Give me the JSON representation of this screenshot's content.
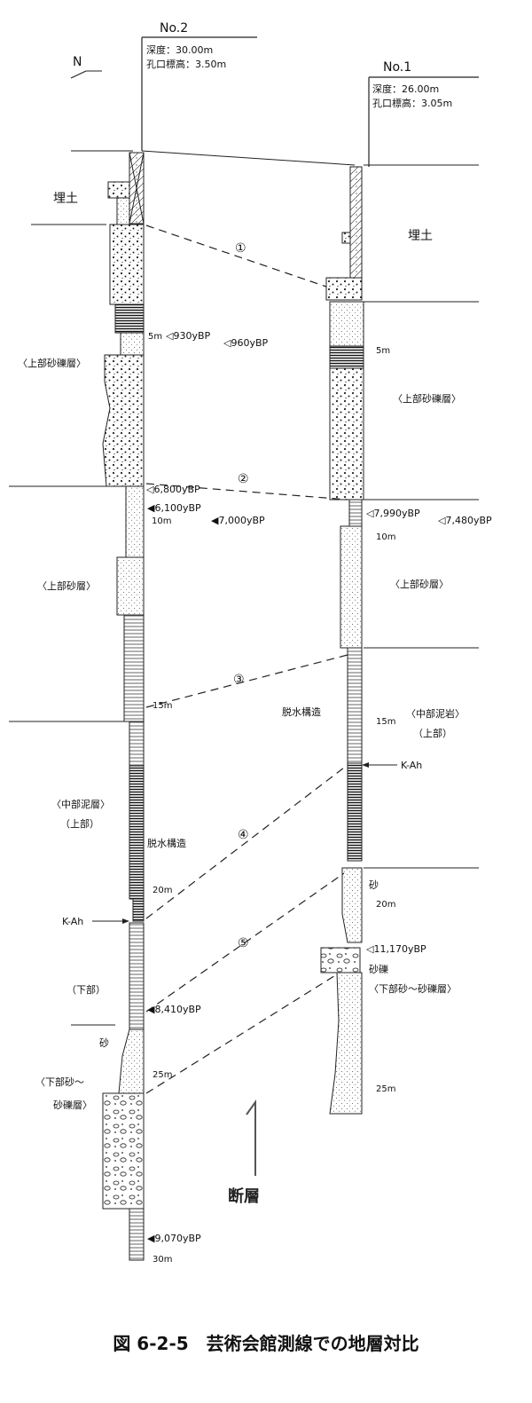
{
  "north_label": "N",
  "boreholes": {
    "no2": {
      "name": "No.2",
      "depth": "深度：30.00m",
      "elevation": "孔口標高：3.50m"
    },
    "no1": {
      "name": "No.1",
      "depth": "深度：26.00m",
      "elevation": "孔口標高：3.05m"
    }
  },
  "no2_labels": {
    "fill": "埋土",
    "upper_gravel": "〈上部砂礫層〉",
    "upper_sand": "〈上部砂層〉",
    "middle_mud": "〈中部泥層〉",
    "upper_part": "（上部）",
    "lower_part": "（下部）",
    "sand": "砂",
    "lower_gravel_1": "〈下部砂～",
    "lower_gravel_2": "砂礫層〉",
    "dewater": "脱水構造",
    "kah": "K-Ah"
  },
  "no1_labels": {
    "fill": "埋土",
    "upper_gravel": "〈上部砂礫層〉",
    "upper_sand": "〈上部砂層〉",
    "middle_mud": "〈中部泥岩〉",
    "upper_part": "（上部）",
    "sand": "砂",
    "gravel": "砂礫",
    "lower_gravel": "〈下部砂～砂礫層〉",
    "dewater": "脱水構造",
    "kah": "K-Ah"
  },
  "depth_ticks_no2": [
    "5m",
    "10m",
    "15m",
    "20m",
    "25m",
    "30m"
  ],
  "depth_ticks_no1": [
    "5m",
    "10m",
    "15m",
    "20m",
    "25m"
  ],
  "dates_no2": {
    "d930": "◁930yBP",
    "d960": "◁960yBP",
    "d6800": "◁6,800yBP",
    "d6100": "◀6,100yBP",
    "d7000": "◀7,000yBP",
    "d8410": "◀8,410yBP",
    "d9070": "◀9,070yBP"
  },
  "dates_no1": {
    "d7990": "◁7,990yBP",
    "d7480": "◁7,480yBP",
    "d11170": "◁11,170yBP"
  },
  "correlations": [
    "①",
    "②",
    "③",
    "④",
    "⑤"
  ],
  "fault_label": "断層",
  "figure_title": "図 6-2-5　芸術会館測線での地層対比"
}
